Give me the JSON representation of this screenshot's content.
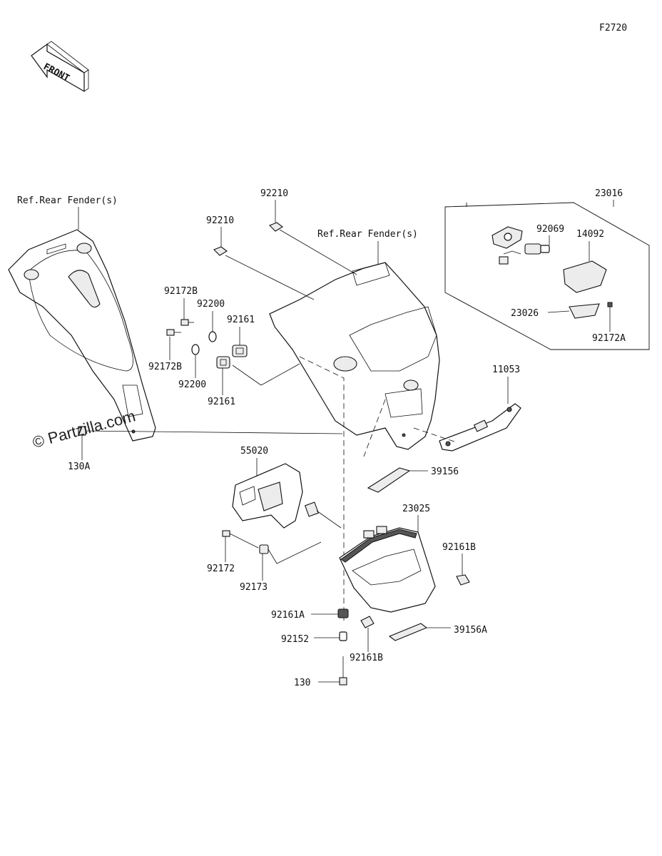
{
  "figure_code": "F2720",
  "front_arrow_label": "FRONT",
  "watermark": "© Partzilla.com",
  "labels": {
    "ref_rear_fender_left": "Ref.Rear Fender(s)",
    "ref_rear_fender_center": "Ref.Rear Fender(s)",
    "p92210_a": "92210",
    "p92210_b": "92210",
    "p23016": "23016",
    "p92069": "92069",
    "p14092": "14092",
    "p23026": "23026",
    "p92172A": "92172A",
    "p92172B_top": "92172B",
    "p92200_top": "92200",
    "p92161": "92161",
    "p92172B_bottom": "92172B",
    "p92200_bottom": "92200",
    "p92161_bottom": "92161",
    "p11053": "11053",
    "p130A": "130A",
    "p55020": "55020",
    "p39156": "39156",
    "p23025": "23025",
    "p92161B_right": "92161B",
    "p92172": "92172",
    "p92173": "92173",
    "p92161A": "92161A",
    "p92152": "92152",
    "p92161B_bottom": "92161B",
    "p39156A": "39156A",
    "p130": "130"
  }
}
